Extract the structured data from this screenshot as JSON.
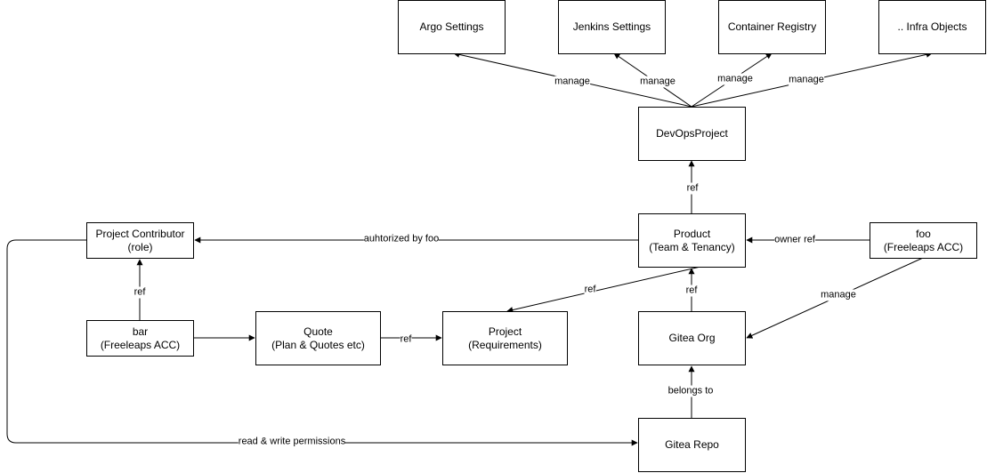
{
  "nodes": {
    "argo_settings": {
      "line1": "Argo Settings"
    },
    "jenkins_settings": {
      "line1": "Jenkins Settings"
    },
    "container_registry": {
      "line1": "Container Registry"
    },
    "infra_objects": {
      "line1": ".. Infra Objects"
    },
    "devops_project": {
      "line1": "DevOpsProject"
    },
    "product": {
      "line1": "Product",
      "line2": "(Team & Tenancy)"
    },
    "project_contributor": {
      "line1": "Project Contributor",
      "line2": "(role)"
    },
    "foo": {
      "line1": "foo",
      "line2": "(Freeleaps ACC)"
    },
    "bar": {
      "line1": "bar",
      "line2": "(Freeleaps ACC)"
    },
    "quote": {
      "line1": "Quote",
      "line2": "(Plan & Quotes etc)"
    },
    "project": {
      "line1": "Project",
      "line2": "(Requirements)"
    },
    "gitea_org": {
      "line1": "Gitea Org"
    },
    "gitea_repo": {
      "line1": "Gitea Repo"
    }
  },
  "edges": {
    "manage_argo": "manage",
    "manage_jenkins": "manage",
    "manage_registry": "manage",
    "manage_infra": "manage",
    "product_to_devops": "ref",
    "authorized_by_foo": "auhtorized by foo",
    "owner_ref": "owner ref",
    "bar_to_contributor": "ref",
    "project_to_product": "ref",
    "gitea_org_to_product": "ref",
    "foo_manage_gitea_org": "manage",
    "quote_to_project": "ref",
    "belongs_to": "belongs to",
    "read_write_permissions": "read & write permissions"
  },
  "colors": {
    "stroke": "#000000",
    "fill": "#ffffff"
  }
}
